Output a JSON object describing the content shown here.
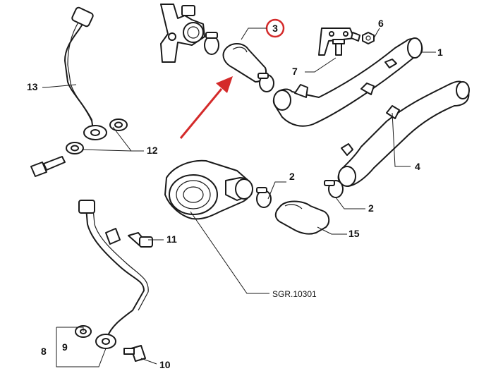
{
  "diagram": {
    "callouts": {
      "c1": "1",
      "c2a": "2",
      "c2b": "2",
      "c3": "3",
      "c4": "4",
      "c5": "15",
      "c6": "6",
      "c7": "7",
      "c8": "8",
      "c9": "9",
      "c10": "10",
      "c11": "11",
      "c12": "12",
      "c13": "13"
    },
    "drawing_code": "SGR.10301",
    "highlight_color": "#d42a2a"
  }
}
